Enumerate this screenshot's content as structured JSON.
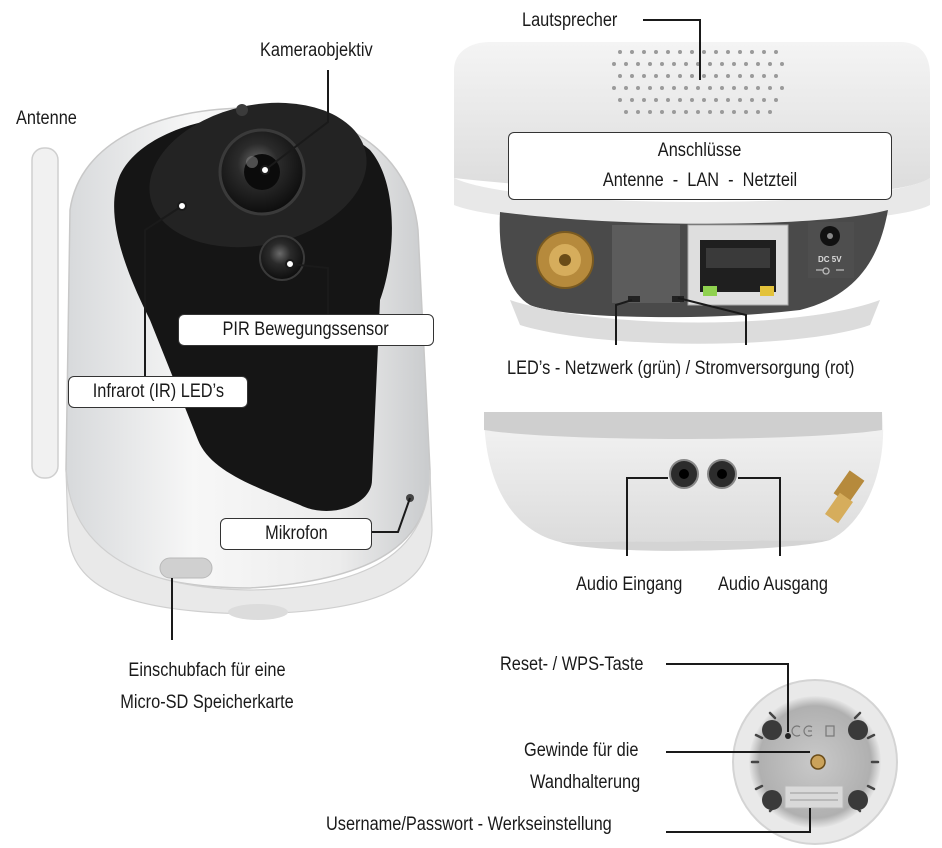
{
  "labels": {
    "kameraobjektiv": "Kameraobjektiv",
    "antenne": "Antenne",
    "pir": "PIR Bewegungssensor",
    "infrarot": "Infrarot (IR) LED’s",
    "mikrofon": "Mikrofon",
    "einschub_line1": "Einschubfach für eine",
    "einschub_line2": "Micro-SD Speicherkarte",
    "lautsprecher": "Lautsprecher",
    "anschluesse_title": "Anschlüsse",
    "anschluesse_sub": "Antenne  -  LAN  -  Netzteil",
    "leds": "LED’s - Netzwerk (grün) / Stromversorgung (rot)",
    "audio_eingang": "Audio Eingang",
    "audio_ausgang": "Audio Ausgang",
    "reset": "Reset- / WPS-Taste",
    "gewinde_line1": "Gewinde für die",
    "gewinde_line2": "Wandhalterung",
    "username": "Username/Passwort - Werkseinstellung"
  },
  "device_markings": {
    "dc": "DC 5V"
  },
  "colors": {
    "led_green": "#8fd14f",
    "led_amber": "#e3c23a",
    "lens_dark": "#1c1c1c"
  }
}
